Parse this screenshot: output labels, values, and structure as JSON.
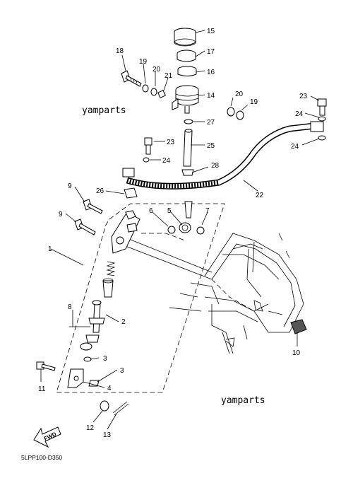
{
  "watermarks": [
    "yamparts",
    "yamparts"
  ],
  "diagram_code": "5LPP100-D350",
  "fwd_label": "FWD",
  "callouts": [
    "1",
    "2",
    "3",
    "3",
    "4",
    "5",
    "6",
    "7",
    "8",
    "9",
    "9",
    "10",
    "11",
    "12",
    "13",
    "14",
    "15",
    "16",
    "17",
    "18",
    "19",
    "19",
    "20",
    "20",
    "21",
    "22",
    "23",
    "23",
    "24",
    "24",
    "24",
    "25",
    "26",
    "27",
    "28"
  ],
  "parts": [
    "reservoir-cap-15",
    "diaphragm-17",
    "diaphragm-plate-16",
    "bolt-18",
    "washer-19",
    "collar-20",
    "damper-21",
    "reservoir-14",
    "washer-19b",
    "collar-20b",
    "clip-27",
    "hose-25",
    "clip-28",
    "union-bolt-23",
    "gasket-24",
    "brake-hose-22",
    "hose-clamp-26",
    "pushrod-joint",
    "bolt-9",
    "master-cylinder",
    "spring",
    "piston",
    "cotter-pin-8",
    "nut-3",
    "clevis-4",
    "bolt-11",
    "washer-12",
    "cotter-pin-13",
    "joint-5",
    "o-ring-6",
    "circlip-7",
    "frame",
    "nut-10"
  ]
}
